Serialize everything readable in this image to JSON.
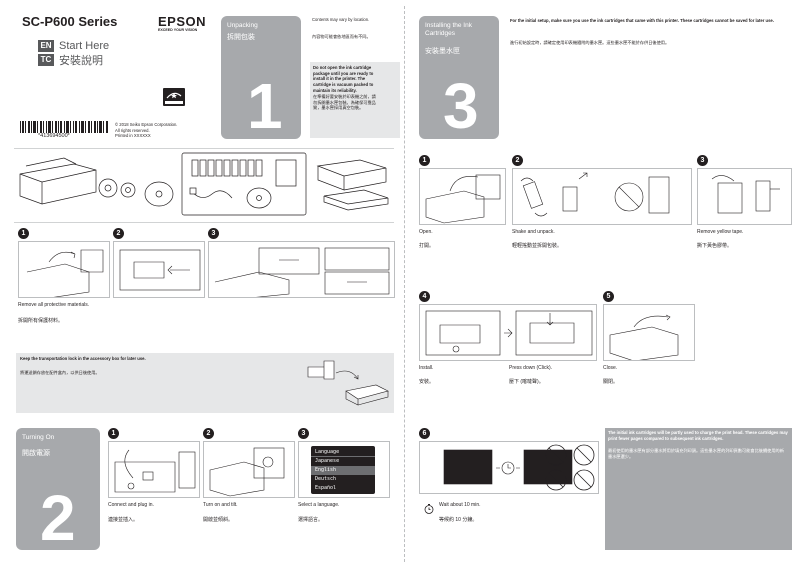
{
  "header": {
    "model": "SC-P600 Series",
    "brand": "EPSON",
    "tagline": "EXCEED YOUR VISION",
    "lang_en_code": "EN",
    "lang_en_text": "Start Here",
    "lang_tc_code": "TC",
    "lang_tc_text": "安裝說明",
    "barcode_text": "*413694500*",
    "copyright_1": "© 2018 Seiko Epson Corporation.",
    "copyright_2": "All rights reserved.",
    "copyright_3": "Printed in XXXXXX"
  },
  "unpacking": {
    "title_en": "Unpacking",
    "title_tc": "拆開包裝",
    "number": "1",
    "note_en": "Contents may vary by location.",
    "note_tc": "內容物可能會依地區而有不同。",
    "warn_en": "Do not open the ink cartridge package until you are ready to install it in the printer. The cartridge is vacuum packed to maintain its reliability.",
    "warn_tc": "在準備好要安裝於印表機之前，請勿拆開墨水匣包裝。為確保可靠品質，墨水匣採用真空包裝。",
    "step1": "1",
    "step2": "2",
    "step3": "3",
    "remove_en": "Remove all protective materials.",
    "remove_tc": "拆開所有保護材料。",
    "lock_en": "Keep the transportation lock in the accessory box for later use.",
    "lock_tc": "將運送鎖存放在配件盒內，以供日後使用。"
  },
  "turning_on": {
    "title_en": "Turning On",
    "title_tc": "開啟電源",
    "number": "2",
    "s1": "1",
    "s2": "2",
    "s3": "3",
    "s1_en": "Connect and plug in.",
    "s1_tc": "連接並插入。",
    "s2_en": "Turn on and tilt.",
    "s2_tc": "開啟並傾斜。",
    "s3_en": "Select a language.",
    "s3_tc": "選擇語言。",
    "lcd_title": "Language",
    "languages": [
      "Japanese",
      "English",
      "Deutsch",
      "Español"
    ]
  },
  "installing": {
    "title_en": "Installing the Ink Cartridges",
    "title_tc": "安裝墨水匣",
    "number": "3",
    "intro_en": "For the initial setup, make sure you use the ink cartridges that came with this printer. These cartridges cannot be saved for later use.",
    "intro_tc": "進行初始設定時，請確定使用印表機隨附的墨水匣。這些墨水匣不能於存供日後使用。",
    "s1": "1",
    "s2": "2",
    "s3": "3",
    "s4": "4",
    "s5": "5",
    "s6": "6",
    "s1_en": "Open.",
    "s1_tc": "打開。",
    "s2_en": "Shake and unpack.",
    "s2_tc": "輕輕搖動並拆開包裝。",
    "s3_en": "Remove yellow tape.",
    "s3_tc": "撕下黃色膠帶。",
    "s4_en": "Install.",
    "s4_tc": "安裝。",
    "s4b_en": "Press down (Click).",
    "s4b_tc": "壓下 (喀噠聲)。",
    "s5_en": "Close.",
    "s5_tc": "關閉。",
    "wait_en": "Wait about 10 min.",
    "wait_tc": "等候約 10 分鐘。",
    "charge_en": "The initial ink cartridges will be partly used to charge the print head. These cartridges may print fewer pages compared to subsequent ink cartridges.",
    "charge_tc": "最初使用的墨水匣有部分墨水將用於填充列印頭。這些墨水匣的列印頁數可能會比後續使用的新墨水匣還少。"
  },
  "colors": {
    "gray_box": "#a7a9ac",
    "text": "#231f20",
    "panel_border": "#bcbec0"
  }
}
